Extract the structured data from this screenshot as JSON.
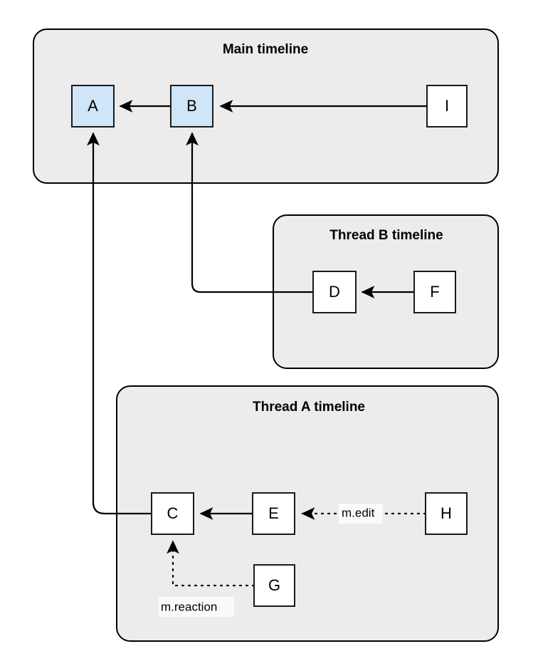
{
  "diagram": {
    "title_hidden": "",
    "background_color": "#ffffff",
    "group_fill": "#ececec",
    "group_stroke": "#000000",
    "node_blue_fill": "#cfe5f8",
    "node_white_fill": "#ffffff",
    "node_stroke": "#1a1a1a",
    "edge_color": "#000000",
    "groups": [
      {
        "id": "main",
        "label": "Main timeline"
      },
      {
        "id": "threadB",
        "label": "Thread B timeline"
      },
      {
        "id": "threadA",
        "label": "Thread A timeline"
      }
    ],
    "nodes": [
      {
        "id": "A",
        "label": "A",
        "group": "main",
        "fill": "#cfe5f8"
      },
      {
        "id": "B",
        "label": "B",
        "group": "main",
        "fill": "#cfe5f8"
      },
      {
        "id": "I",
        "label": "I",
        "group": "main",
        "fill": "#ffffff"
      },
      {
        "id": "D",
        "label": "D",
        "group": "threadB",
        "fill": "#ffffff"
      },
      {
        "id": "F",
        "label": "F",
        "group": "threadB",
        "fill": "#ffffff"
      },
      {
        "id": "C",
        "label": "C",
        "group": "threadA",
        "fill": "#ffffff"
      },
      {
        "id": "E",
        "label": "E",
        "group": "threadA",
        "fill": "#ffffff"
      },
      {
        "id": "G",
        "label": "G",
        "group": "threadA",
        "fill": "#ffffff"
      },
      {
        "id": "H",
        "label": "H",
        "group": "threadA",
        "fill": "#ffffff"
      }
    ],
    "edges": [
      {
        "id": "B-A",
        "from": "B",
        "to": "A",
        "style": "solid",
        "label": ""
      },
      {
        "id": "I-B",
        "from": "I",
        "to": "B",
        "style": "solid",
        "label": ""
      },
      {
        "id": "F-D",
        "from": "F",
        "to": "D",
        "style": "solid",
        "label": ""
      },
      {
        "id": "D-B",
        "from": "D",
        "to": "B",
        "style": "solid",
        "label": ""
      },
      {
        "id": "E-C",
        "from": "E",
        "to": "C",
        "style": "solid",
        "label": ""
      },
      {
        "id": "C-A",
        "from": "C",
        "to": "A",
        "style": "solid",
        "label": ""
      },
      {
        "id": "H-E",
        "from": "H",
        "to": "E",
        "style": "dotted",
        "label": "m.edit"
      },
      {
        "id": "G-C",
        "from": "G",
        "to": "C",
        "style": "dotted",
        "label": "m.reaction"
      }
    ],
    "edge_labels": [
      {
        "id": "m-edit",
        "text": "m.edit"
      },
      {
        "id": "m-reaction",
        "text": "m.reaction"
      }
    ]
  }
}
